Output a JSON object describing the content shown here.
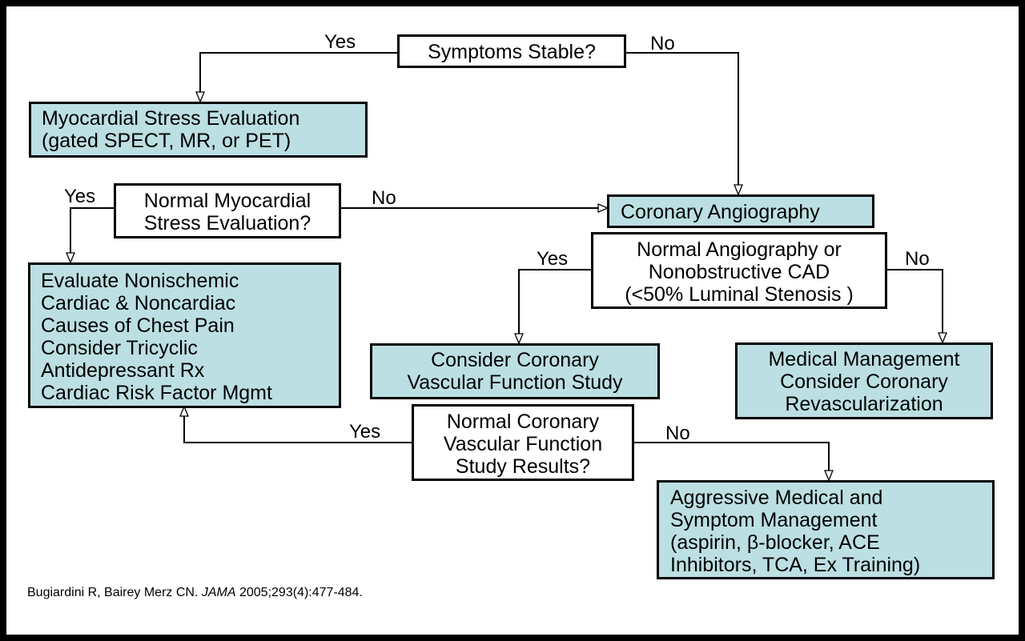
{
  "nodes": {
    "symptoms_stable": [
      "Symptoms Stable?"
    ],
    "stress_eval": [
      "Myocardial Stress Evaluation",
      "(gated SPECT, MR, or PET)"
    ],
    "normal_stress": [
      "Normal Myocardial",
      "Stress Evaluation?"
    ],
    "coronary_angio": [
      "Coronary Angiography"
    ],
    "normal_angio": [
      "Normal Angiography or",
      "Nonobstructive  CAD",
      "(<50% Luminal  Stenosis )"
    ],
    "evaluate_nonischemic": [
      "Evaluate  Nonischemic",
      "Cardiac &  Noncardiac",
      "Causes of Chest Pain",
      "Consider  Tricyclic",
      "Antidepressant Rx",
      "Cardiac Risk Factor Mgmt"
    ],
    "consider_cvfs": [
      "Consider Coronary",
      "Vascular Function Study"
    ],
    "medical_mgmt": [
      "Medical Management",
      "Consider Coronary",
      "Revascularization"
    ],
    "normal_cvfs": [
      "Normal Coronary",
      "Vascular Function",
      "Study Results?"
    ],
    "aggressive_mgmt": [
      "Aggressive Medical and",
      "Symptom Management",
      "(aspirin, β-blocker, ACE",
      "Inhibitors, TCA, Ex Training)"
    ]
  },
  "edge_labels": {
    "yes": "Yes",
    "no": "No"
  },
  "citation": {
    "authors": "Bugiardini R, Bairey Merz CN.",
    "journal": "JAMA",
    "ref": "2005;293(4):477-484."
  }
}
